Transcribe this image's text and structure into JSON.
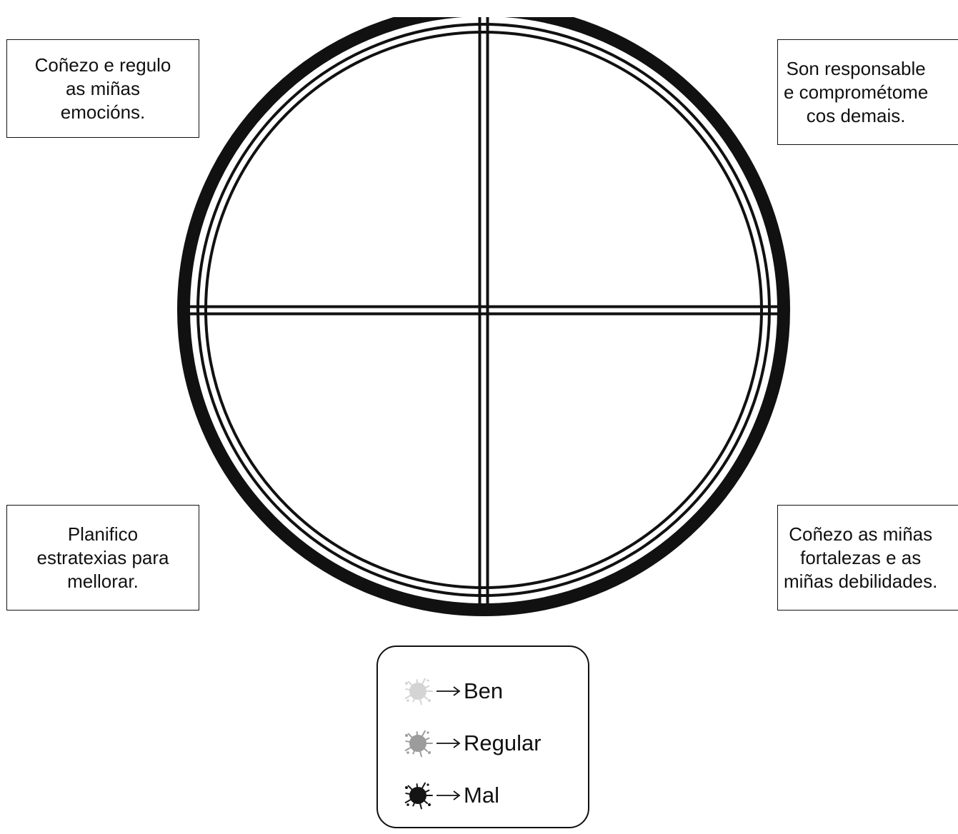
{
  "labels": {
    "top_left": "Coñezo e regulo\nas miñas\nemocións.",
    "top_right": "Son responsable\ne comprométome\ncos demais.",
    "bottom_left": "Planifico\nestratexias para\nmellorar.",
    "bottom_right": "Coñezo as miñas\nfortalezas e as\nmiñas debilidades."
  },
  "legend": {
    "items": [
      {
        "label": "Ben",
        "color": "#d4d4d4"
      },
      {
        "label": "Regular",
        "color": "#9c9c9c"
      },
      {
        "label": "Mal",
        "color": "#141414"
      }
    ]
  },
  "colors": {
    "line": "#111111",
    "background": "#ffffff"
  }
}
